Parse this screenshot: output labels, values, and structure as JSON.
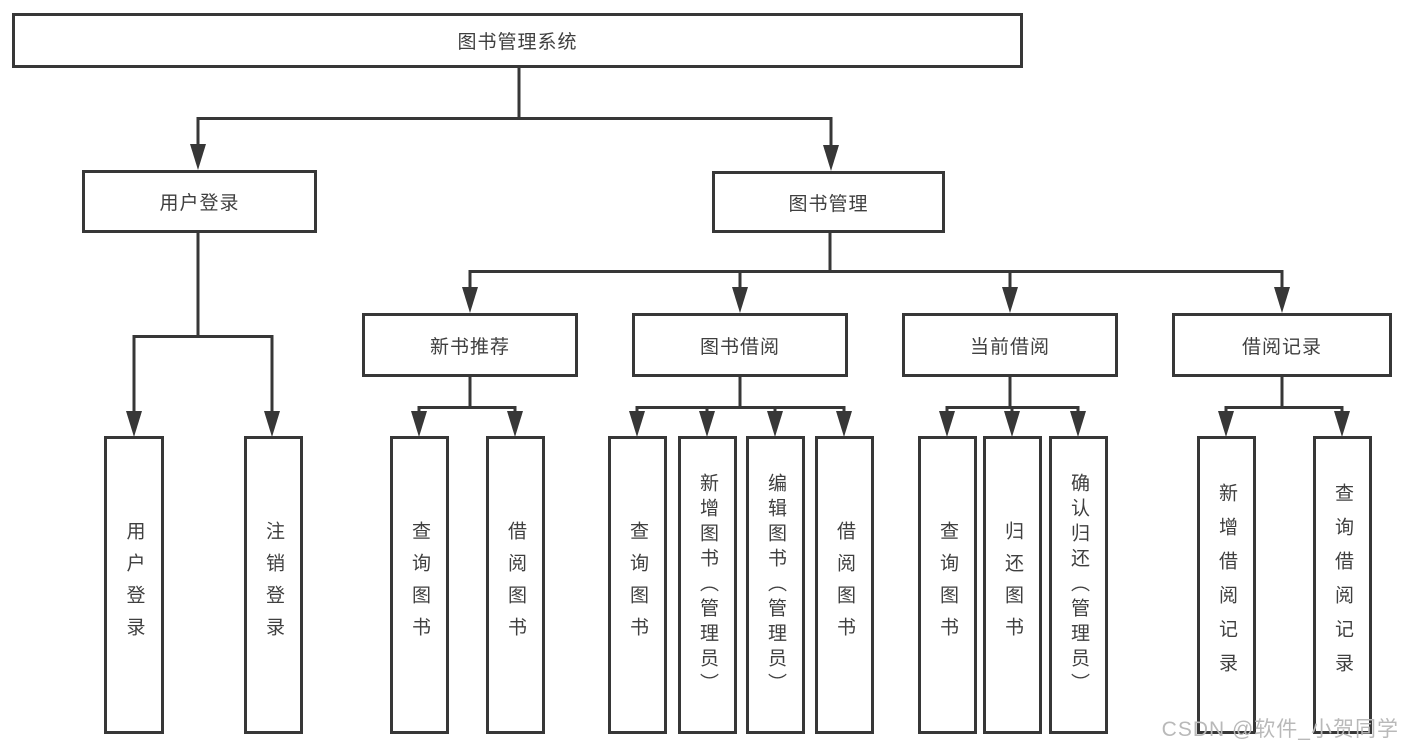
{
  "diagram": {
    "root": {
      "label": "图书管理系统"
    },
    "branches": {
      "user_login": {
        "label": "用户登录"
      },
      "book_mgmt": {
        "label": "图书管理"
      }
    },
    "modules": {
      "new_books": {
        "label": "新书推荐"
      },
      "book_borrow": {
        "label": "图书借阅"
      },
      "current_borrow": {
        "label": "当前借阅"
      },
      "borrow_records": {
        "label": "借阅记录"
      }
    },
    "leaves": {
      "user_login": "用户登录",
      "logout": "注销登录",
      "nb_query": "查询图书",
      "nb_borrow": "借阅图书",
      "bw_query": "查询图书",
      "bw_add": "新增图书（管理员）",
      "bw_edit": "编辑图书（管理员）",
      "bw_borrow": "借阅图书",
      "cur_query": "查询图书",
      "cur_return": "归还图书",
      "cur_confirm": "确认归还（管理员）",
      "rec_add": "新增借阅记录",
      "rec_query": "查询借阅记录"
    }
  },
  "watermark": "CSDN @软件_小贺同学",
  "colors": {
    "line": "#373737",
    "text": "#3f3f3f",
    "background": "#ffffff",
    "watermark": "#b9b9b9"
  }
}
